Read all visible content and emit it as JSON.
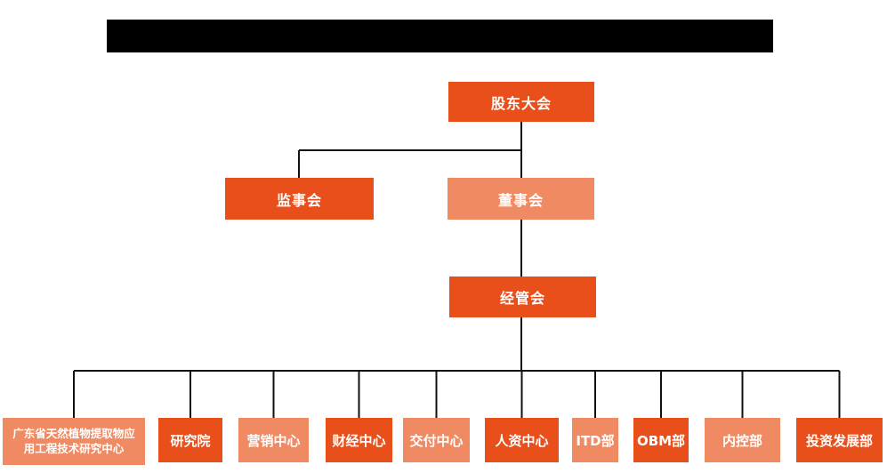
{
  "org": {
    "colors": {
      "primary": "#E94F1B",
      "secondary": "#EF8A63",
      "connector": "#111111",
      "text": "#FFFFFF",
      "bar": "#000000",
      "background": "#FFFFFF"
    },
    "title_bar": {
      "style": "redacted-black-bar",
      "text": ""
    },
    "nodes": {
      "shareholders": {
        "label": "股东大会",
        "tone": "primary"
      },
      "supervisory": {
        "label": "监事会",
        "tone": "primary"
      },
      "board": {
        "label": "董事会",
        "tone": "secondary"
      },
      "management": {
        "label": "经管会",
        "tone": "primary"
      }
    },
    "departments": [
      {
        "label": "广东省天然植物提取物应\n用工程技术研究中心",
        "tone": "secondary"
      },
      {
        "label": "研究院",
        "tone": "primary"
      },
      {
        "label": "营销中心",
        "tone": "secondary"
      },
      {
        "label": "财经中心",
        "tone": "primary"
      },
      {
        "label": "交付中心",
        "tone": "secondary"
      },
      {
        "label": "人资中心",
        "tone": "primary"
      },
      {
        "label": "ITD部",
        "tone": "secondary"
      },
      {
        "label": "OBM部",
        "tone": "primary"
      },
      {
        "label": "内控部",
        "tone": "secondary"
      },
      {
        "label": "投资发展部",
        "tone": "primary"
      }
    ]
  }
}
